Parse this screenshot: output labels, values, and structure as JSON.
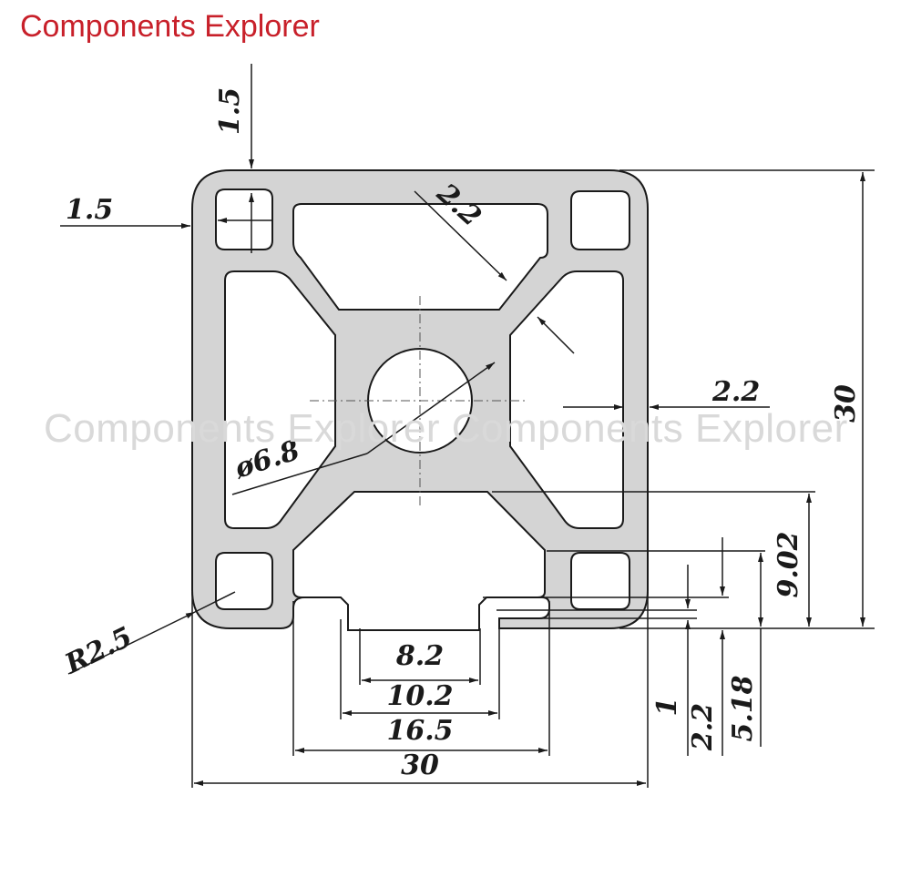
{
  "brand": {
    "title": "Components Explorer",
    "watermark": "Components Explorer Components Explorer"
  },
  "dimensions": {
    "top_wall": "1.5",
    "side_wall": "1.5",
    "diag_web": "2.2",
    "side_web": "2.2",
    "bore": "ø6.8",
    "height": "30",
    "slot_depth": "9.02",
    "corner_radius": "R2.5",
    "slot_opening": "8.2",
    "slot_inner": "10.2",
    "slot_width": "16.5",
    "width": "30",
    "lip_1": "1",
    "lip_2": "2.2",
    "lip_3": "5.18"
  },
  "colors": {
    "brand": "#c8202a",
    "profile_fill": "#d4d4d4",
    "outline": "#1a1a1a",
    "watermark": "#d9d9d9"
  }
}
